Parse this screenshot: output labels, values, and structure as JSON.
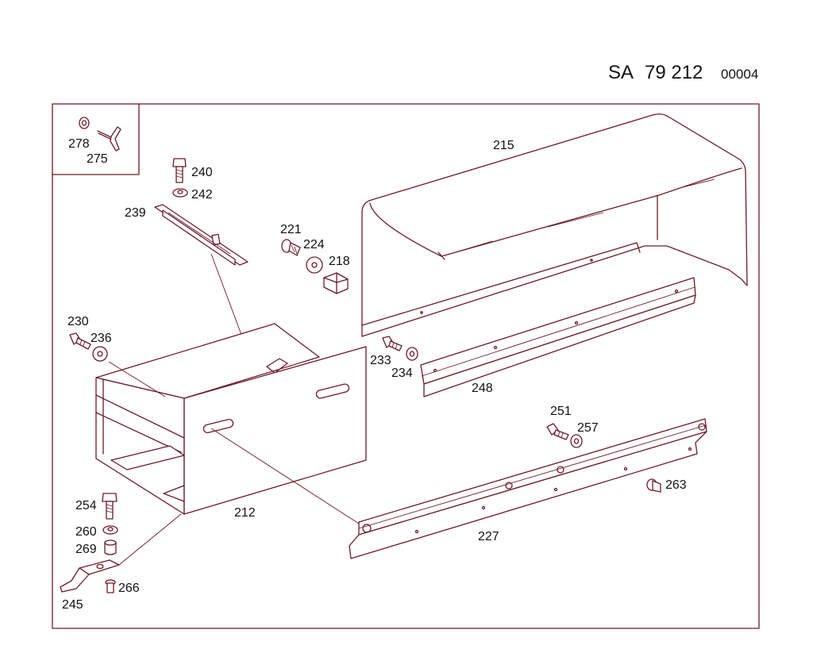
{
  "header": {
    "prefix": "SA",
    "code": "79 212",
    "sheet": "00004"
  },
  "colors": {
    "line": "#6b1a2b",
    "text": "#111111",
    "background": "#ffffff"
  },
  "parts": [
    {
      "id": "278",
      "label": "278"
    },
    {
      "id": "275",
      "label": "275"
    },
    {
      "id": "240",
      "label": "240"
    },
    {
      "id": "242",
      "label": "242"
    },
    {
      "id": "239",
      "label": "239"
    },
    {
      "id": "221",
      "label": "221"
    },
    {
      "id": "224",
      "label": "224"
    },
    {
      "id": "218",
      "label": "218"
    },
    {
      "id": "215",
      "label": "215"
    },
    {
      "id": "230",
      "label": "230"
    },
    {
      "id": "236",
      "label": "236"
    },
    {
      "id": "233",
      "label": "233"
    },
    {
      "id": "234",
      "label": "234"
    },
    {
      "id": "248",
      "label": "248"
    },
    {
      "id": "251",
      "label": "251"
    },
    {
      "id": "257",
      "label": "257"
    },
    {
      "id": "263",
      "label": "263"
    },
    {
      "id": "212",
      "label": "212"
    },
    {
      "id": "227",
      "label": "227"
    },
    {
      "id": "254",
      "label": "254"
    },
    {
      "id": "260",
      "label": "260"
    },
    {
      "id": "269",
      "label": "269"
    },
    {
      "id": "266",
      "label": "266"
    },
    {
      "id": "245",
      "label": "245"
    }
  ]
}
